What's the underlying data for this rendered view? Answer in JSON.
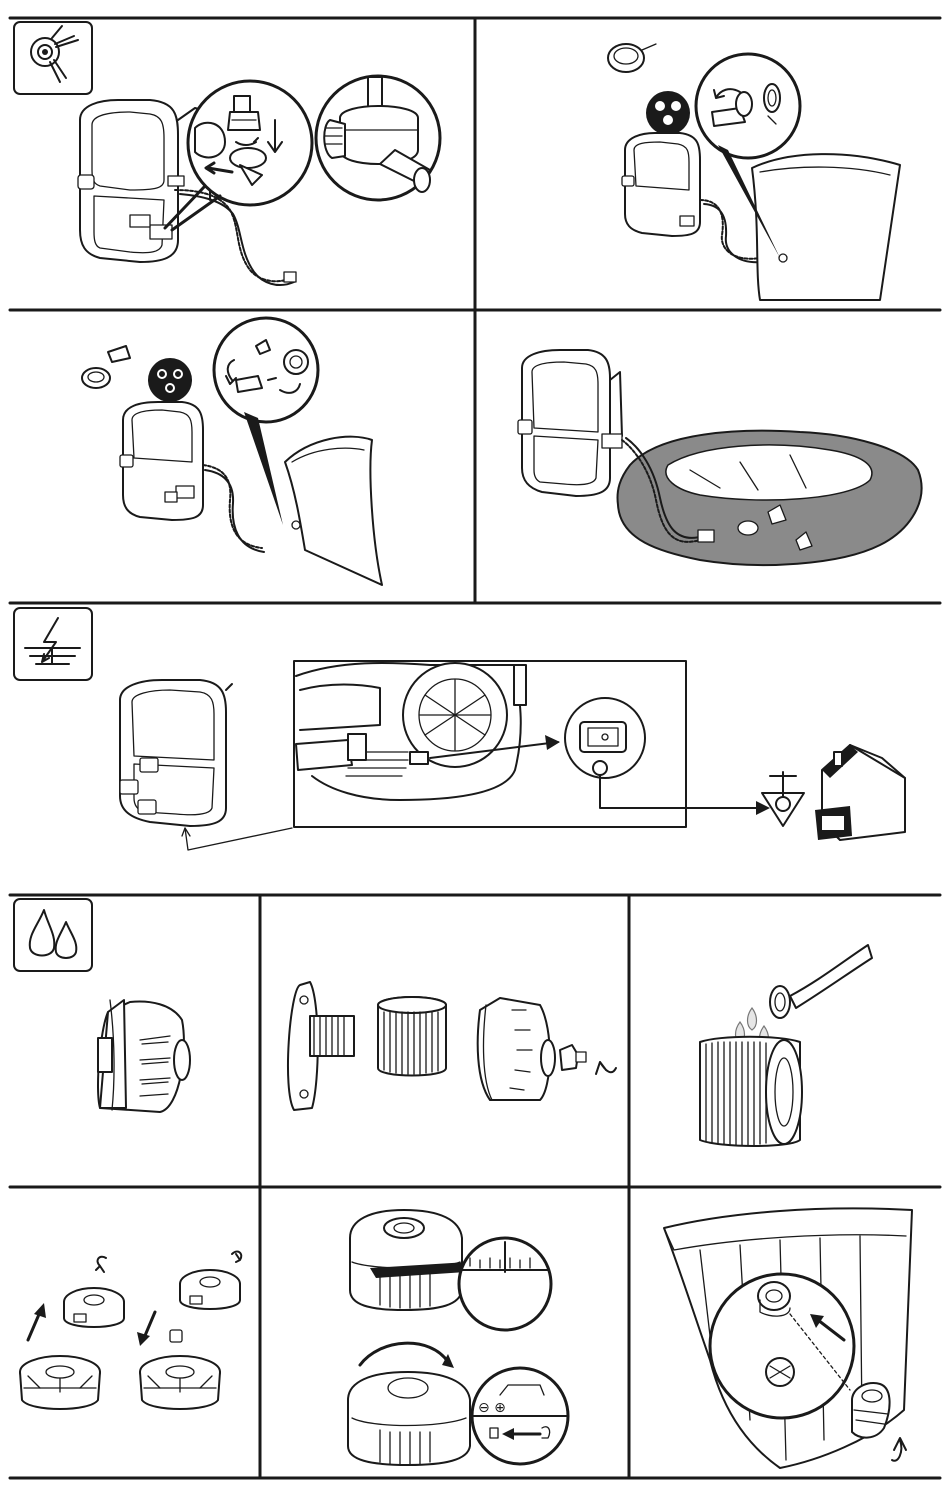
{
  "manual": {
    "sections": [
      {
        "id": "setup",
        "icon": "hose-connector-icon"
      },
      {
        "id": "grounding",
        "icon": "electrical-ground-icon"
      },
      {
        "id": "maintenance",
        "icon": "water-drops-icon"
      }
    ],
    "labels": {
      "filter_housing_symbols": "⊖ ⊕"
    },
    "colors": {
      "line": "#1a1a1a",
      "background": "#ffffff",
      "pool_fabric": "#8a8a8a"
    }
  }
}
